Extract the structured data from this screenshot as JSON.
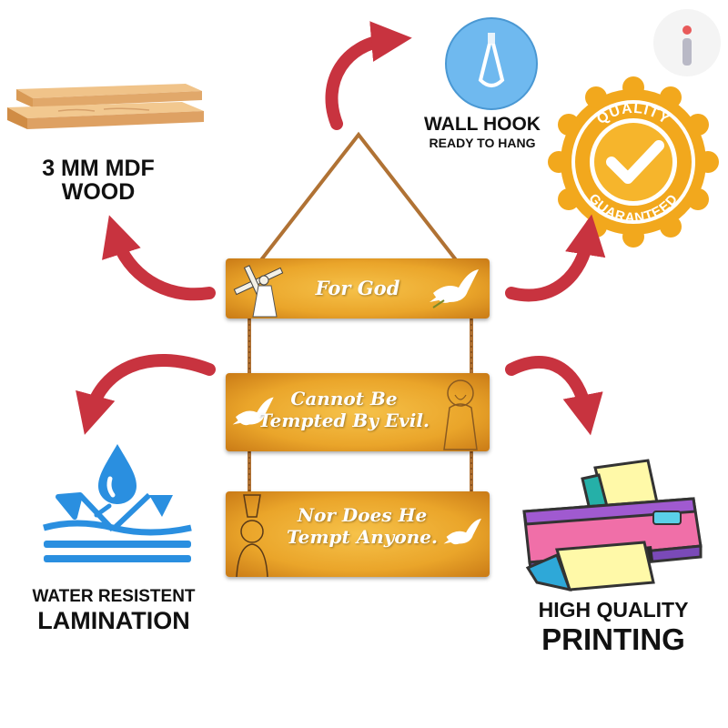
{
  "features": {
    "mdf": {
      "line1": "3 MM MDF",
      "line2": "WOOD"
    },
    "hook": {
      "title": "WALL HOOK",
      "subtitle": "READY TO HANG"
    },
    "quality_badge": {
      "top": "QUALITY",
      "bottom": "GUARANTEED"
    },
    "lamination": {
      "line1": "WATER RESISTENT",
      "line2": "LAMINATION"
    },
    "printing": {
      "line1": "HIGH QUALITY",
      "line2": "PRINTING"
    }
  },
  "sign": {
    "plank1": "For God",
    "plank2": [
      "Cannot Be",
      "Tempted By Evil."
    ],
    "plank3": [
      "Nor Does He",
      "Tempt Anyone."
    ]
  },
  "colors": {
    "arrow": "#c8333f",
    "badge_gold": "#f2a81d",
    "plank": "#eaa52a",
    "hook_blue": "#6fb9ef",
    "water_blue": "#2a8fe0"
  },
  "icons": [
    "wood-planks-icon",
    "wall-hook-icon",
    "quality-badge-icon",
    "water-drop-icon",
    "printer-icon",
    "cross-bearer-icon",
    "dove-icon",
    "praying-figure-icon",
    "info-icon"
  ]
}
